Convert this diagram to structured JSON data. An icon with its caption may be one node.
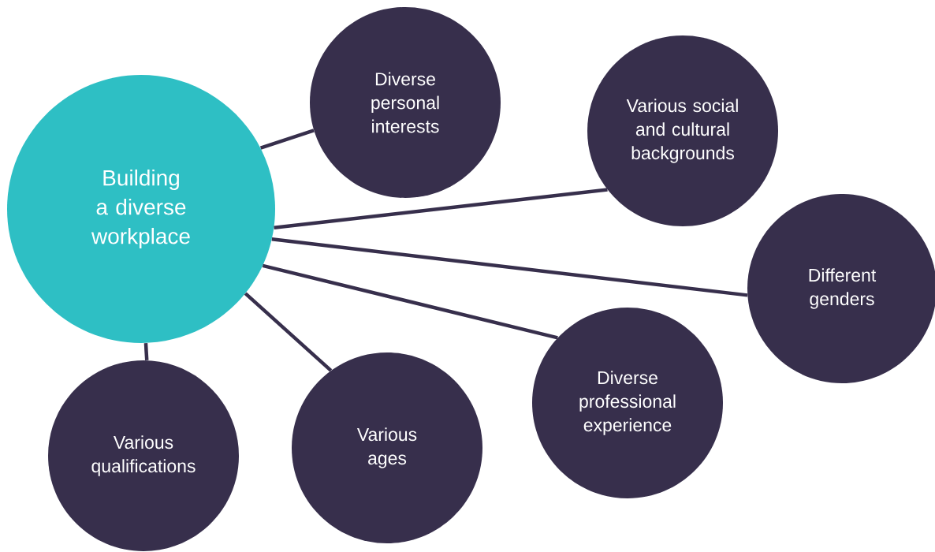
{
  "diagram": {
    "nodes": [
      {
        "text": [
          "Building a diverse workplace"
        ]
      },
      {
        "text": [
          "Diverse personal interests"
        ]
      },
      {
        "text": [
          "Various social and cultural backgrounds"
        ]
      },
      {
        "text": [
          "Different genders"
        ]
      },
      {
        "text": [
          "Diverse professional experience"
        ]
      },
      {
        "text": [
          "Various ages"
        ]
      },
      {
        "text": [
          "Various qualifications"
        ]
      }
    ],
    "edges": [
      {
        "from": 0,
        "to": 1,
        "arrow": "none"
      },
      {
        "from": 0,
        "to": 2,
        "arrow": "none"
      },
      {
        "from": 0,
        "to": 3,
        "arrow": "none"
      },
      {
        "from": 0,
        "to": 4,
        "arrow": "none"
      },
      {
        "from": 0,
        "to": 5,
        "arrow": "none"
      },
      {
        "from": 0,
        "to": 6,
        "arrow": "none"
      }
    ]
  }
}
